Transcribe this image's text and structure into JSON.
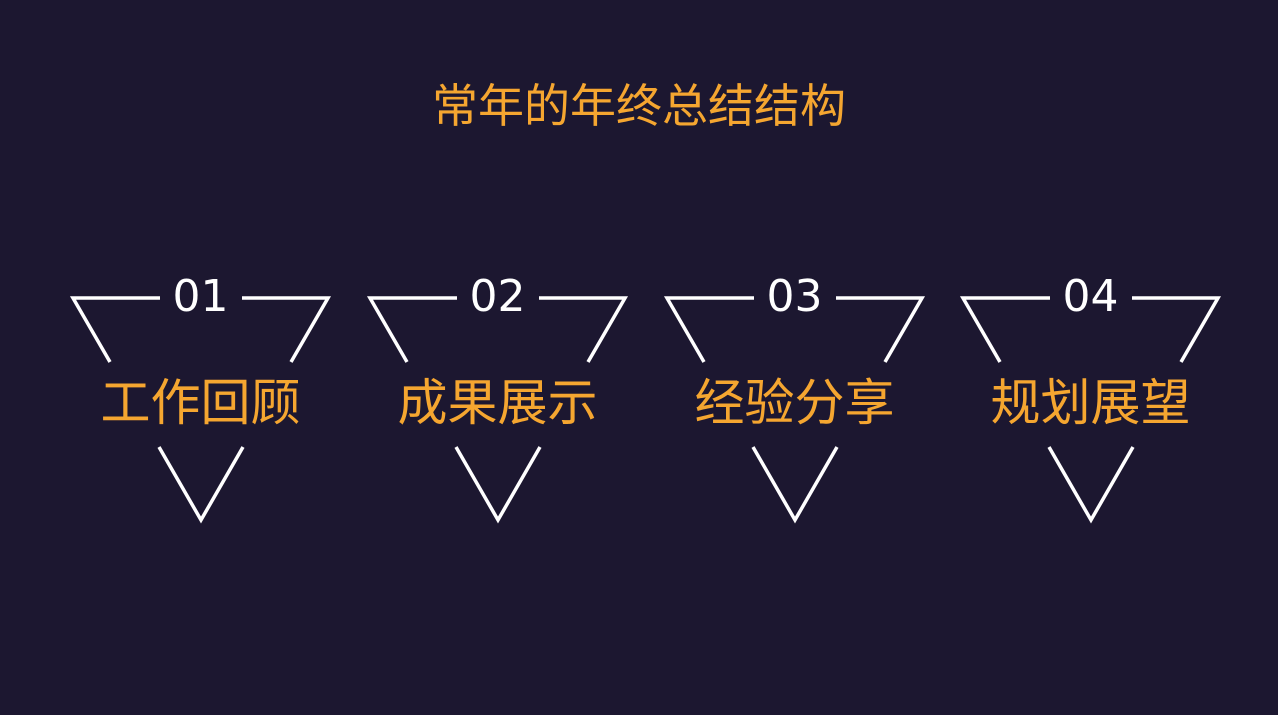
{
  "slide": {
    "title": "常年的年终总结结构"
  },
  "items": [
    {
      "number": "01",
      "label": "工作回顾"
    },
    {
      "number": "02",
      "label": "成果展示"
    },
    {
      "number": "03",
      "label": "经验分享"
    },
    {
      "number": "04",
      "label": "规划展望"
    }
  ],
  "colors": {
    "background": "#1c1730",
    "accent": "#f5a630",
    "line": "#ffffff"
  }
}
